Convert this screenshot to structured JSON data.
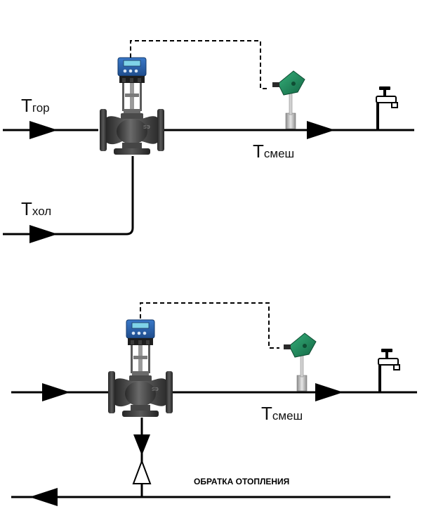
{
  "diagram1": {
    "label_hot_T": "T",
    "label_hot_sub": "гор",
    "label_cold_T": "T",
    "label_cold_sub": "хол",
    "label_mix_T": "T",
    "label_mix_sub": "смеш"
  },
  "diagram2": {
    "label_mix_T": "T",
    "label_mix_sub": "смеш",
    "label_return": "ОБРАТКА ОТОПЛЕНИЯ"
  },
  "colors": {
    "pipe": "#000000",
    "valve_body": "#3c3c3c",
    "controller_blue": "#2a5fa8",
    "controller_display": "#7fd3e8",
    "sensor_green": "#1f8a5a",
    "sensor_probe": "#b8b8b8"
  },
  "icons": [
    "valve-icon",
    "controller-icon",
    "temperature-sensor-icon",
    "water-tap-icon",
    "flow-arrow-icon",
    "check-valve-icon"
  ]
}
